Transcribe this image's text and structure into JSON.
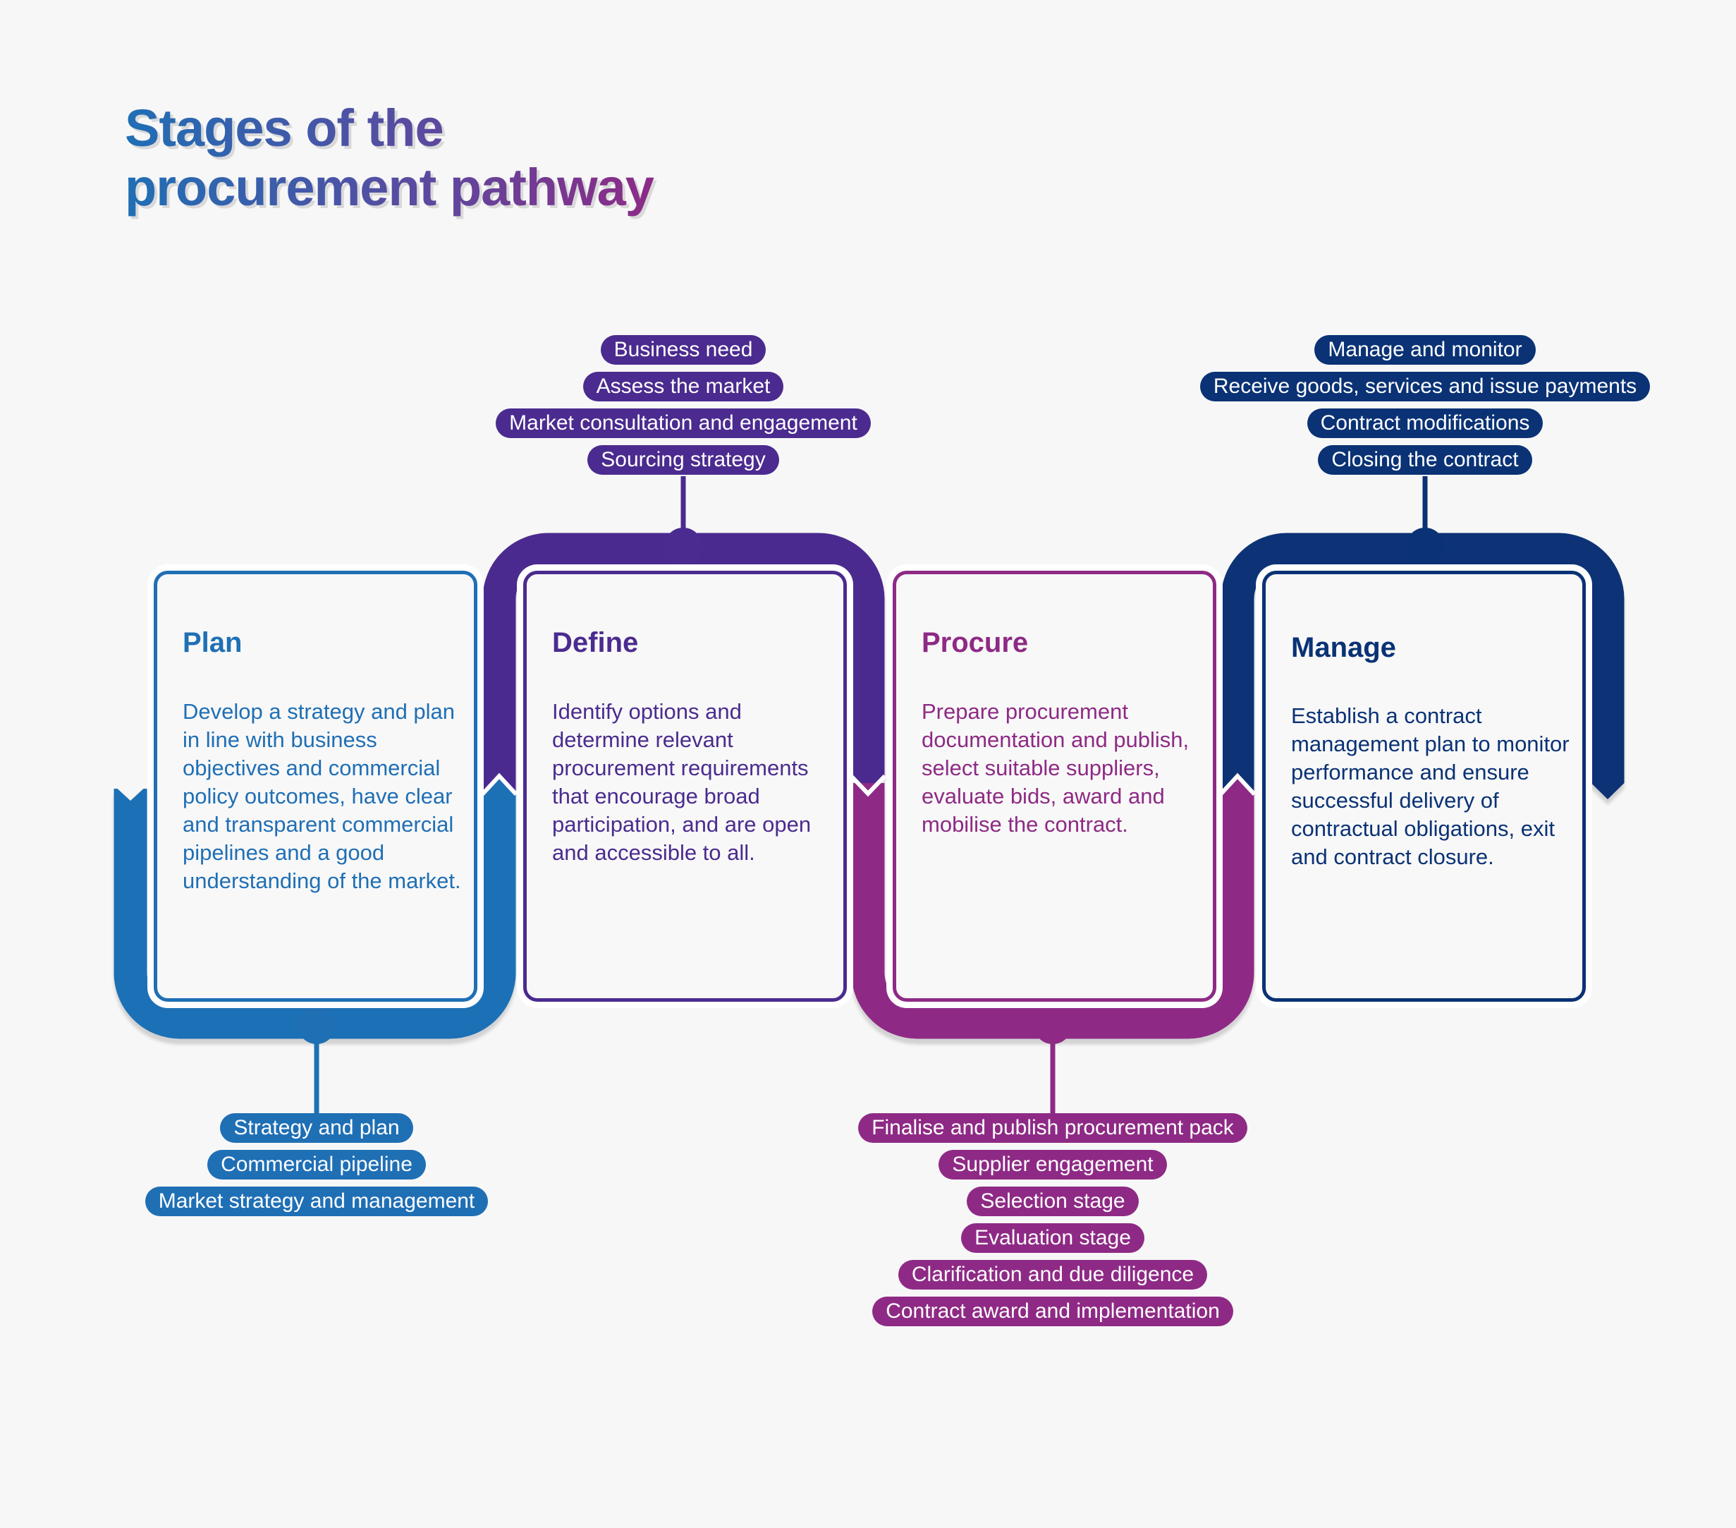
{
  "title_lines": [
    "Stages of the",
    "procurement pathway"
  ],
  "colors": {
    "plan": "#1f6fb5",
    "define": "#4b2b8f",
    "procure": "#8e2a85",
    "manage": "#0a3275",
    "background": "#f7f7f7"
  },
  "stages": [
    {
      "title": "Plan",
      "description": "Develop a strategy and plan in line with business objectives and commercial policy outcomes, have clear and transparent commercial pipelines and a good understanding of the market.",
      "steps": [
        "Strategy and plan",
        "Commercial pipeline",
        "Market strategy and management"
      ]
    },
    {
      "title": "Define",
      "description": "Identify options and determine relevant procurement requirements that encourage broad participation, and are open and accessible to all.",
      "steps": [
        "Business need",
        "Assess the market",
        "Market consultation and engagement",
        "Sourcing strategy"
      ]
    },
    {
      "title": "Procure",
      "description": "Prepare procurement documentation and publish, select suitable suppliers, evaluate bids, award and mobilise the contract.",
      "steps": [
        "Finalise and publish procurement pack",
        "Supplier engagement",
        "Selection stage",
        "Evaluation stage",
        "Clarification and due diligence",
        "Contract award and implementation"
      ]
    },
    {
      "title": "Manage",
      "description": "Establish a contract management plan to monitor performance and ensure successful delivery of contractual obligations, exit and contract closure.",
      "steps": [
        "Manage and monitor",
        "Receive goods, services and issue payments",
        "Contract modifications",
        "Closing the contract"
      ]
    }
  ]
}
